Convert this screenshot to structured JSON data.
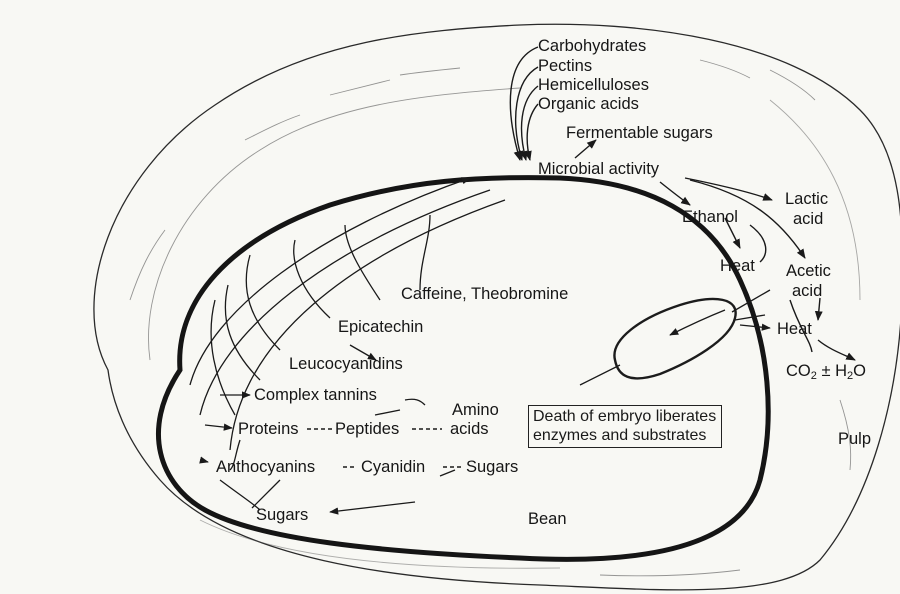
{
  "labels": {
    "carbohydrates": "Carbohydrates",
    "pectins": "Pectins",
    "hemicelluloses": "Hemicelluloses",
    "organic_acids": "Organic acids",
    "fermentable_sugars": "Fermentable sugars",
    "microbial_activity": "Microbial activity",
    "lactic": "Lactic",
    "acid_1": "acid",
    "ethanol": "Ethanol",
    "heat_1": "Heat",
    "acetic": "Acetic",
    "acid_2": "acid",
    "heat_2": "Heat",
    "co2_main": "CO",
    "co2_sub": "2",
    "plusminus": "±",
    "h2o_h": "H",
    "h2o_sub": "2",
    "h2o_o": "O",
    "caffeine": "Caffeine, Theobromine",
    "epicatechin": "Epicatechin",
    "leucocyanidins": "Leucocyanidins",
    "complex_tannins": "Complex tannins",
    "amino": "Amino",
    "acids": "acids",
    "proteins": "Proteins",
    "peptides": "Peptides",
    "anthocyanins": "Anthocyanins",
    "cyanidin": "Cyanidin",
    "sugars_right": "Sugars",
    "sugars_bottom": "Sugars",
    "bean": "Bean",
    "pulp": "Pulp",
    "box_line1": "Death of embryo liberates",
    "box_line2": "enzymes and substrates"
  }
}
